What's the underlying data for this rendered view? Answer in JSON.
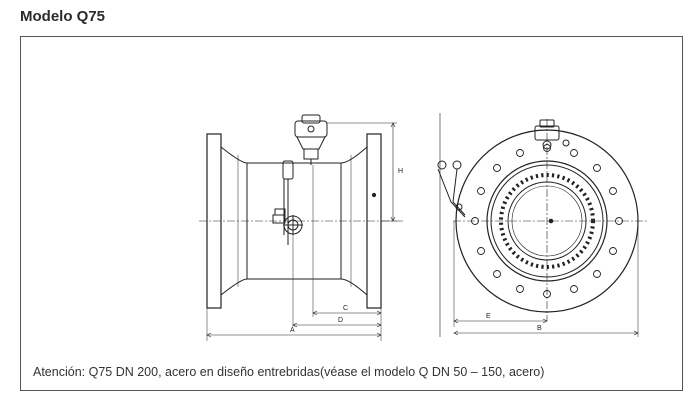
{
  "title": "Modelo Q75",
  "note": "Atención: Q75 DN 200, acero en diseño entrebridas(véase el modelo Q DN 50 – 150, acero)",
  "dimensions": {
    "A": "A",
    "B": "B",
    "C": "C",
    "D": "D",
    "E": "E",
    "H": "H"
  },
  "colors": {
    "line": "#222222",
    "frame": "#555555",
    "text": "#333333"
  }
}
